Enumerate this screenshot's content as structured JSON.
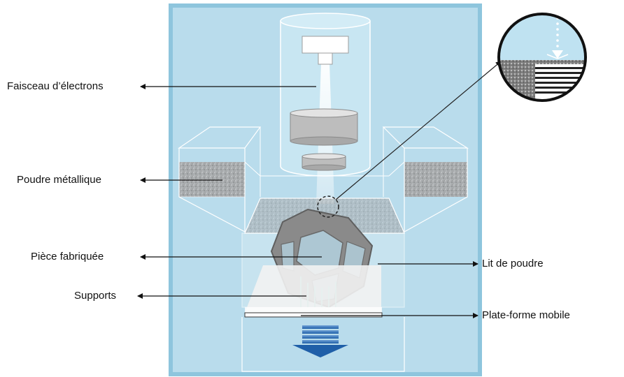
{
  "labels": {
    "electron_beam": "Faisceau d’électrons",
    "metal_powder": "Poudre métallique",
    "fabricated_part": "Pièce fabriquée",
    "supports": "Supports",
    "powder_bed": "Lit de poudre",
    "mobile_platform": "Plate-forme mobile"
  },
  "colors": {
    "chamber": "#b9dcec",
    "chamber_border": "#8ec5dd",
    "powder": "#9a9a9a",
    "part": "#7d7d7d",
    "arrow": "#1f5fa8",
    "beam": "#eaf6fb"
  }
}
